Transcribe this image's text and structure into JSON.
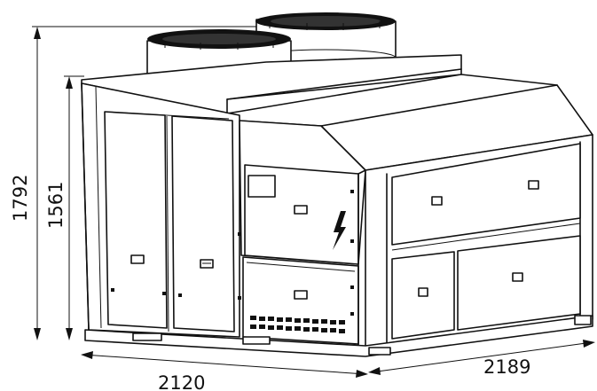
{
  "dimensions": {
    "height_total": "1792",
    "height_body": "1561",
    "width_front": "2120",
    "depth_side": "2189"
  },
  "colors": {
    "line": "#111111",
    "background": "#ffffff"
  },
  "icons": {
    "warning": "electric-hazard-icon"
  }
}
